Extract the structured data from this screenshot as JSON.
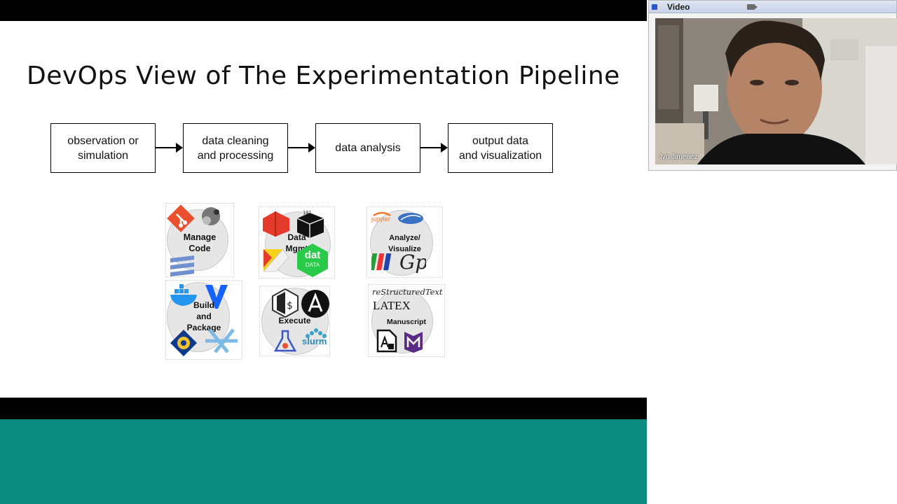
{
  "slide": {
    "title": "DevOps View of The Experimentation Pipeline",
    "stages": [
      {
        "label": "observation or\nsimulation"
      },
      {
        "label": "data cleaning\nand processing"
      },
      {
        "label": "data analysis"
      },
      {
        "label": "output data\nand visualization"
      }
    ],
    "tools": {
      "manage_code": "Manage\nCode",
      "data_mgmt": "Data\nMgmt",
      "data_badge": "dat",
      "data_badge_sub": "DATA",
      "analyze": "Analyze/\nVisualize",
      "jupyter": "jupyter",
      "build": "Build\nand\nPackage",
      "execute": "Execute",
      "slurm": "slurm",
      "manuscript": "Manuscript",
      "rst": "reStructuredText",
      "latex": "LATEX"
    },
    "colors": {
      "teal": "#0b8a80",
      "bar": "#000000"
    }
  },
  "video": {
    "window_title": "Video",
    "participant": "Ivo Jimenez"
  }
}
